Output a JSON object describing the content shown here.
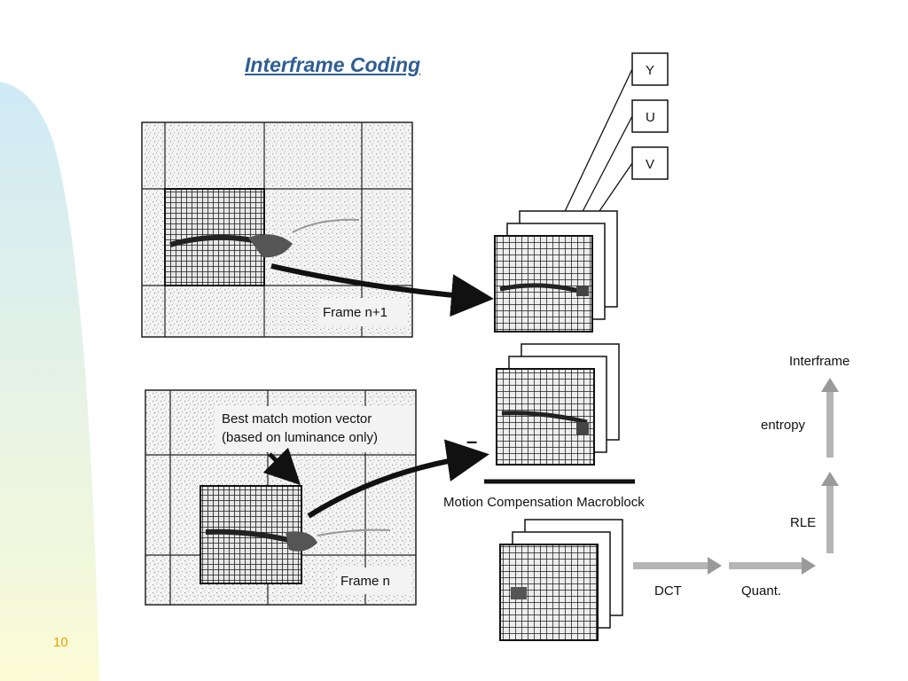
{
  "slide": {
    "title": "Interframe Coding",
    "page_number": "10"
  },
  "diagram": {
    "frame_top_label": "Frame n+1",
    "frame_bottom_label": "Frame n",
    "motion_vector_label_line1": "Best match motion vector",
    "motion_vector_label_line2": "(based on luminance only)",
    "minus_sign": "–",
    "channels": [
      "Y",
      "U",
      "V"
    ],
    "mc_label": "Motion Compensation Macroblock",
    "dct_label": "DCT",
    "quant_label": "Quant.",
    "rle_label": "RLE",
    "entropy_label": "entropy",
    "interframe_label": "Interframe"
  },
  "colors": {
    "title": "#2f5d95",
    "page_number": "#e8a000",
    "sidebar_top": "#cfeaf6",
    "sidebar_bottom": "#fbfbd6",
    "block_fill": "#2a2a2a",
    "noise_fill": "#dcdcdc",
    "flow_arrow": "#b5b5b5"
  }
}
